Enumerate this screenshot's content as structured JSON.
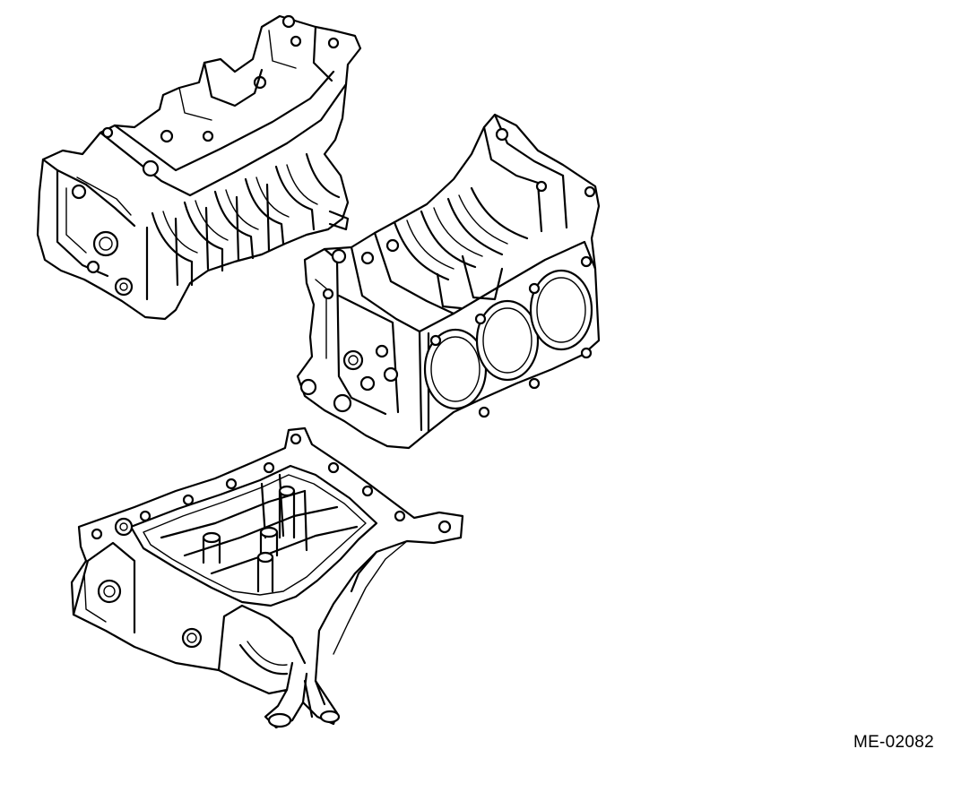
{
  "figure": {
    "code": "ME-02082",
    "line_color": "#000000",
    "background_color": "#ffffff"
  },
  "parts": [
    {
      "name": "upper-crankcase-half"
    },
    {
      "name": "cylinder-block-three-bore"
    },
    {
      "name": "lower-crankcase-oil-pan"
    }
  ]
}
